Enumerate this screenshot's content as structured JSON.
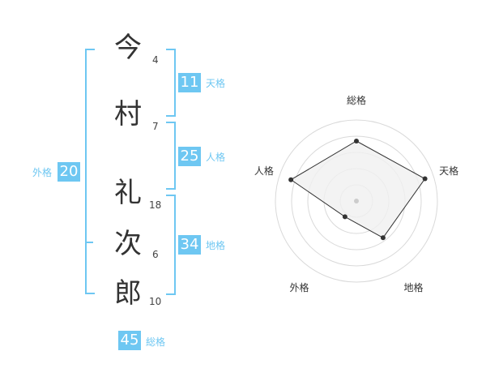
{
  "colors": {
    "accent": "#6ec7f2",
    "badge_bg": "#6ec7f2",
    "label_text": "#6ec7f2",
    "ring": "#d9d9d9",
    "polygon_fill": "#f0f0f0",
    "polygon_stroke": "#333333"
  },
  "name": {
    "chars": [
      {
        "char": "今",
        "strokes": "4"
      },
      {
        "char": "村",
        "strokes": "7"
      },
      {
        "char": "礼",
        "strokes": "18"
      },
      {
        "char": "次",
        "strokes": "6"
      },
      {
        "char": "郎",
        "strokes": "10"
      }
    ]
  },
  "fortune": {
    "tenkaku": {
      "value": "11",
      "label": "天格"
    },
    "jinkaku": {
      "value": "25",
      "label": "人格"
    },
    "chikaku": {
      "value": "34",
      "label": "地格"
    },
    "gaikaku": {
      "value": "20",
      "label": "外格"
    },
    "soukaku": {
      "value": "45",
      "label": "総格"
    }
  },
  "chart_data": {
    "type": "radar",
    "axes": [
      "総格",
      "天格",
      "地格",
      "外格",
      "人格"
    ],
    "values": [
      0.74,
      0.89,
      0.56,
      0.24,
      0.85
    ],
    "rings": 5
  }
}
